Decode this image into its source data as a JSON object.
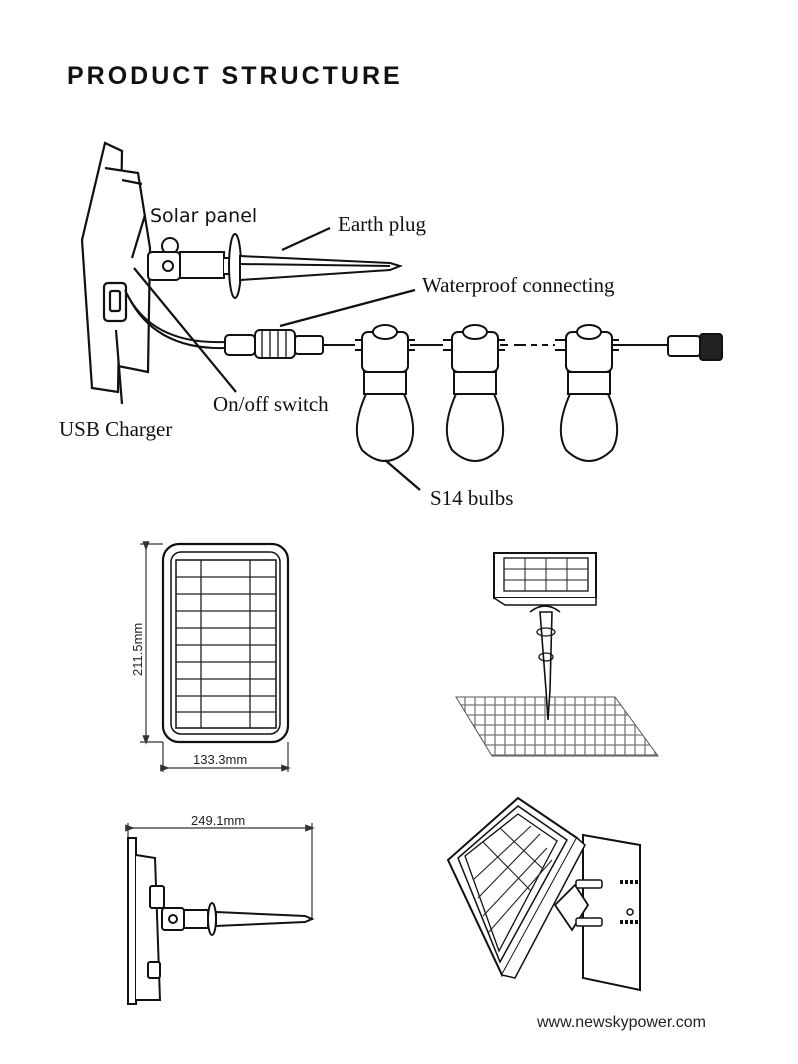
{
  "title": "PRODUCT STRUCTURE",
  "labels": {
    "solar_panel": "Solar panel",
    "earth_plug": "Earth plug",
    "waterproof": "Waterproof connecting",
    "switch": "On/off switch",
    "usb": "USB Charger",
    "bulbs": "S14  bulbs"
  },
  "dimensions": {
    "height": "211.5mm",
    "width": "133.3mm",
    "length": "249.1mm"
  },
  "footer": "www.newskypower.com"
}
